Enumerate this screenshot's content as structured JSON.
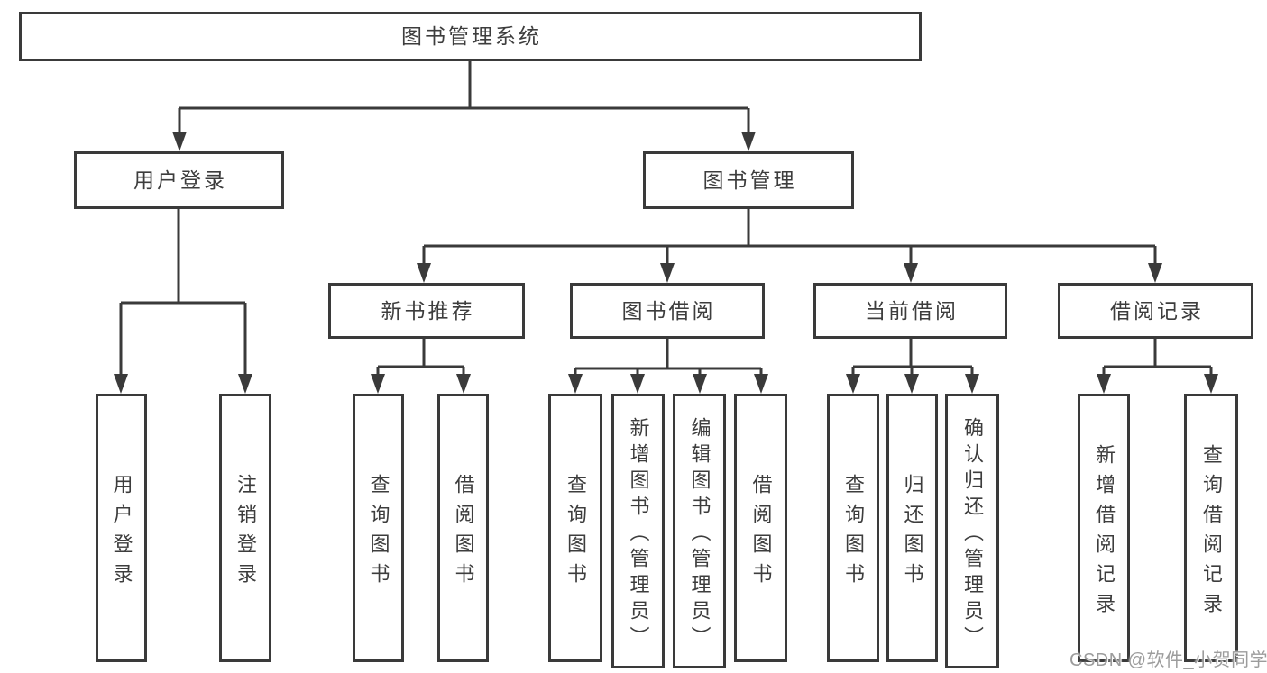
{
  "diagram_title": "图书管理系统",
  "colors": {
    "line": "#3a3a3a",
    "box_border": "#3a3a3a",
    "box_fill": "#ffffff",
    "text": "#3d3d3d",
    "watermark": "#9c9c9c",
    "background": "#ffffff"
  },
  "tree": {
    "root": {
      "label": "图书管理系统",
      "children": [
        {
          "label": "用户登录",
          "children": [
            {
              "label": "用户登录"
            },
            {
              "label": "注销登录"
            }
          ]
        },
        {
          "label": "图书管理",
          "children": [
            {
              "label": "新书推荐",
              "children": [
                {
                  "label": "查询图书"
                },
                {
                  "label": "借阅图书"
                }
              ]
            },
            {
              "label": "图书借阅",
              "children": [
                {
                  "label": "查询图书"
                },
                {
                  "label": "新增图书（管理员）"
                },
                {
                  "label": "编辑图书（管理员）"
                },
                {
                  "label": "借阅图书"
                }
              ]
            },
            {
              "label": "当前借阅",
              "children": [
                {
                  "label": "查询图书"
                },
                {
                  "label": "归还图书"
                },
                {
                  "label": "确认归还（管理员）"
                }
              ]
            },
            {
              "label": "借阅记录",
              "children": [
                {
                  "label": "新增借阅记录"
                },
                {
                  "label": "查询借阅记录"
                }
              ]
            }
          ]
        }
      ]
    }
  },
  "watermark": {
    "text": "CSDN @软件_小贺同学"
  }
}
